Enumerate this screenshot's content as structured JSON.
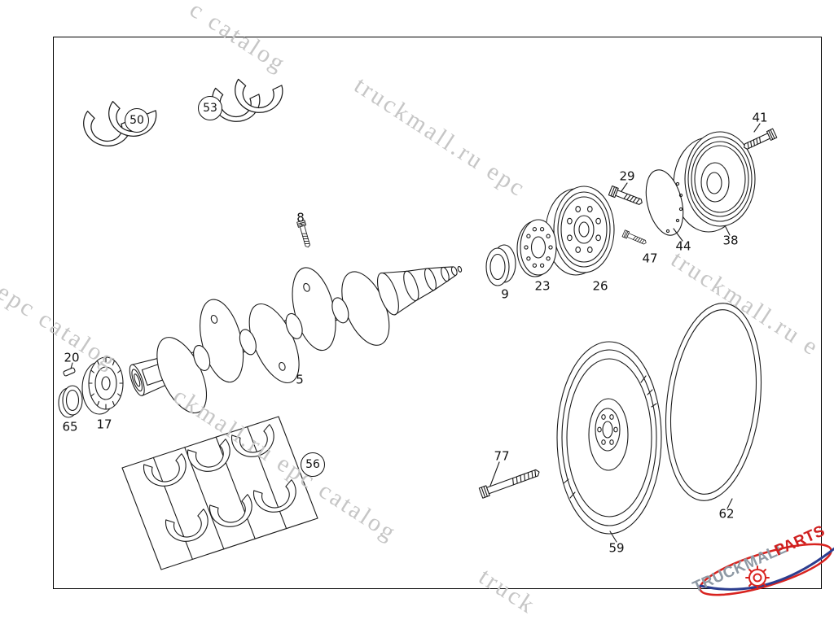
{
  "page": {
    "background": "#ffffff",
    "ink": "#1b1b1b",
    "frame_color": "#000000"
  },
  "watermark": {
    "color": "#c6c6c6",
    "items": [
      {
        "text": "c catalog"
      },
      {
        "text": "truckmall.ru epc"
      },
      {
        "text": "truckmall.ru e"
      },
      {
        "text": "l epc catalog"
      },
      {
        "text": "ckmall.ru epc catalog"
      },
      {
        "text": "truck"
      }
    ]
  },
  "logo": {
    "brand": "TRUCKMALL",
    "suffix": "PARTS",
    "brand_color": "#8e99a4",
    "suffix_color": "#cf1f1f",
    "swoosh_red": "#d8231f",
    "swoosh_blue": "#2c3e8f"
  },
  "diagram": {
    "parts": [
      {
        "label": "50",
        "style": "circled"
      },
      {
        "label": "53",
        "style": "circled"
      },
      {
        "label": "8",
        "style": "plain"
      },
      {
        "label": "5",
        "style": "plain"
      },
      {
        "label": "9",
        "style": "plain"
      },
      {
        "label": "23",
        "style": "plain"
      },
      {
        "label": "26",
        "style": "plain"
      },
      {
        "label": "29",
        "style": "plain"
      },
      {
        "label": "47",
        "style": "plain"
      },
      {
        "label": "44",
        "style": "plain"
      },
      {
        "label": "38",
        "style": "plain"
      },
      {
        "label": "41",
        "style": "plain"
      },
      {
        "label": "20",
        "style": "plain"
      },
      {
        "label": "65",
        "style": "plain"
      },
      {
        "label": "17",
        "style": "plain"
      },
      {
        "label": "56",
        "style": "circled"
      },
      {
        "label": "77",
        "style": "plain"
      },
      {
        "label": "59",
        "style": "plain"
      },
      {
        "label": "62",
        "style": "plain"
      }
    ]
  }
}
